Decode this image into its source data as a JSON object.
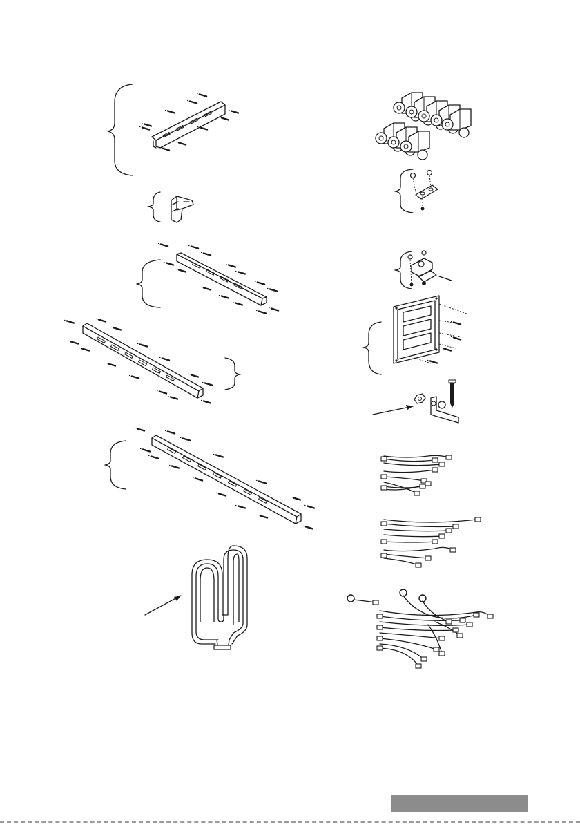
{
  "page": {
    "background": "#ffffff",
    "line_color": "#1a1a1a",
    "footer_bar_color": "#8c8c8c"
  },
  "parts_illustrations": [
    "short-rail-with-screws",
    "corner-bracket",
    "medium-rail-with-screws",
    "long-rail-with-screws",
    "long-rail-with-screws-2",
    "heating-element",
    "terminal-block-connectors",
    "clamp-plate-with-screws",
    "cable-clamp-with-screws",
    "grille-plate-with-screws",
    "angle-bracket-with-bolt-and-nut",
    "wire-harness-small",
    "wire-harness-medium",
    "wire-harness-large"
  ]
}
